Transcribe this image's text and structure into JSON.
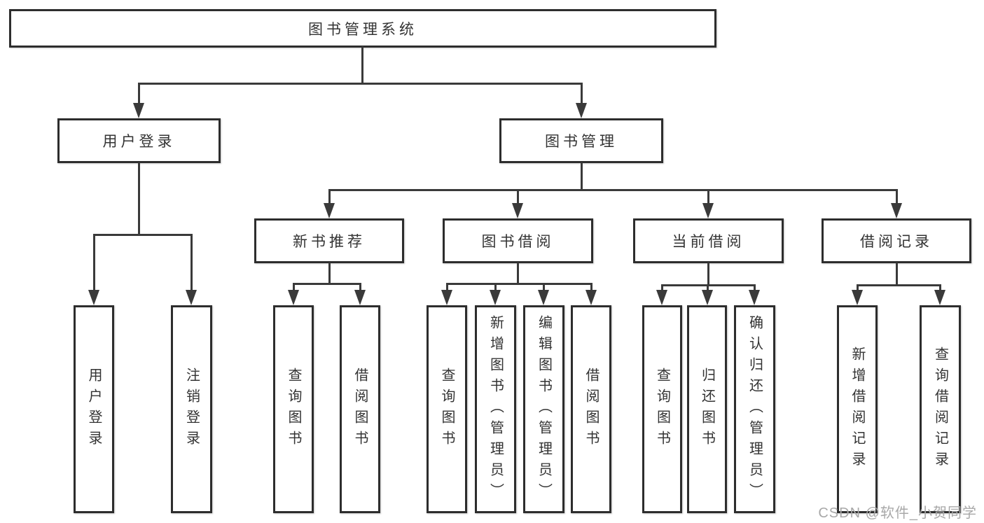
{
  "diagram": {
    "type": "tree",
    "root": {
      "label": "图书管理系统",
      "children": [
        {
          "label": "用户登录",
          "children": [
            {
              "label": "用户登录"
            },
            {
              "label": "注销登录"
            }
          ]
        },
        {
          "label": "图书管理",
          "children": [
            {
              "label": "新书推荐",
              "children": [
                {
                  "label": "查询图书"
                },
                {
                  "label": "借阅图书"
                }
              ]
            },
            {
              "label": "图书借阅",
              "children": [
                {
                  "label": "查询图书"
                },
                {
                  "label": "新增图书（管理员）"
                },
                {
                  "label": "编辑图书（管理员）"
                },
                {
                  "label": "借阅图书"
                }
              ]
            },
            {
              "label": "当前借阅",
              "children": [
                {
                  "label": "查询图书"
                },
                {
                  "label": "归还图书"
                },
                {
                  "label": "确认归还（管理员）"
                }
              ]
            },
            {
              "label": "借阅记录",
              "children": [
                {
                  "label": "新增借阅记录"
                },
                {
                  "label": "查询借阅记录"
                }
              ]
            }
          ]
        }
      ]
    }
  },
  "watermark": {
    "text": "CSDN @软件_小贺同学",
    "color": "#a8a8a8"
  },
  "colors": {
    "background": "#ffffff",
    "box_border": "#2d2d2d",
    "line": "#3a3a3a",
    "text": "#333333"
  }
}
